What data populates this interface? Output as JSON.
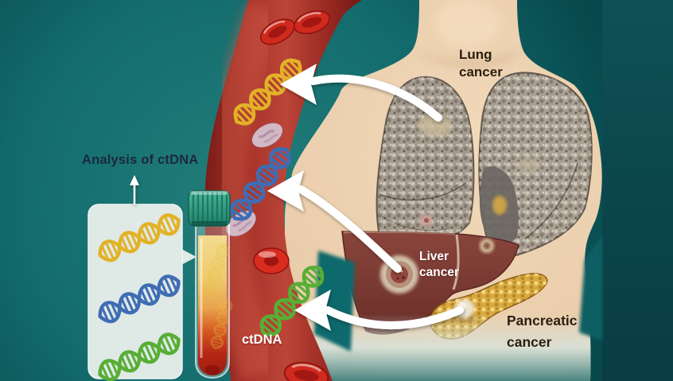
{
  "figure": {
    "type": "medical-illustration",
    "subject": "Circulating tumor DNA (ctDNA) shed from lung, liver and pancreatic cancers into the bloodstream and collected in a blood sample for analysis"
  },
  "labels": {
    "analysis": "Analysis of ctDNA",
    "lung": "Lung\ncancer",
    "liver": "Liver\ncancer",
    "pancreatic": "Pancreatic\ncancer",
    "ctdna": "ctDNA"
  },
  "colors": {
    "background_teal": "#136b6d",
    "background_dark": "#053f44",
    "right_band_top": "#0d5156",
    "right_band_bottom": "#093c43",
    "vessel_red": "#bc4538",
    "blood_cell_red": "#cf2a1d",
    "white_cell_lavender": "#d7c6d4",
    "dna_yellow": "#e2b227",
    "dna_blue": "#3f6db4",
    "dna_green": "#58ae35",
    "panel_background": "#dfe9e6",
    "tube_cap_green": "#2f9e84",
    "tube_liquid_top": "#f2dc90",
    "tube_liquid_bottom": "#9e1c10",
    "skin": "#e9cba9",
    "lung_grey": "#a29a8e",
    "liver_maroon": "#7c3c35",
    "pancreas_gold": "#d8a93f",
    "arrow_white": "#ffffff",
    "label_dark": "#2b1e10",
    "label_navy": "#1b2840",
    "label_white": "#ffffff"
  },
  "icons": [
    {
      "name": "dna-helix-icon",
      "colors": [
        "#e2b227",
        "#3f6db4",
        "#58ae35"
      ]
    },
    {
      "name": "red-blood-cell-icon",
      "color": "#cf2a1d"
    },
    {
      "name": "white-blood-cell-icon",
      "color": "#d7c6d4"
    },
    {
      "name": "curved-arrow-icon",
      "color": "#ffffff",
      "count": 3
    },
    {
      "name": "up-arrow-icon",
      "color": "#ffffff"
    },
    {
      "name": "test-tube-icon",
      "cap_color": "#2f9e84"
    },
    {
      "name": "analysis-panel",
      "background": "#dfe9e6"
    }
  ]
}
